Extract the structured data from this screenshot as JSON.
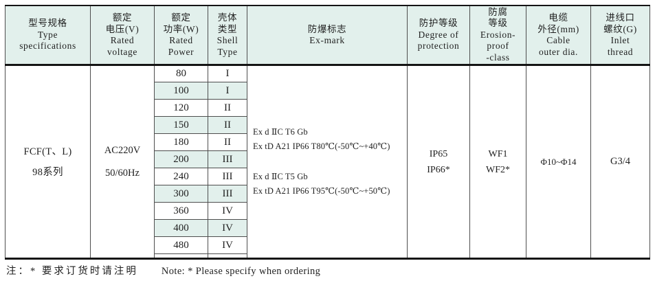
{
  "colors": {
    "header_bg": "#e2f0ec",
    "row_shade": "#e2f0ec",
    "border_dark": "#141414",
    "border_light": "#4d4d4d",
    "text": "#1f1f1f"
  },
  "table": {
    "headers": [
      {
        "lines": [
          "型号规格",
          "Type",
          "specifications"
        ]
      },
      {
        "lines": [
          "额定",
          "电压(V)",
          "Rated",
          "voltage"
        ]
      },
      {
        "lines": [
          "额定",
          "功率(W)",
          "Rated",
          "Power"
        ]
      },
      {
        "lines": [
          "壳体",
          "类型",
          "Shell",
          "Type"
        ]
      },
      {
        "lines": [
          "防爆标志",
          "Ex-mark"
        ]
      },
      {
        "lines": [
          "防护等级",
          "Degree of",
          "protection"
        ]
      },
      {
        "lines": [
          "防腐",
          "等级",
          "Erosion-",
          "proof",
          "-class"
        ]
      },
      {
        "lines": [
          "电缆",
          "外径(mm)",
          "Cable",
          "outer dia."
        ]
      },
      {
        "lines": [
          "进线口",
          "螺纹(G)",
          "Inlet",
          "thread"
        ]
      }
    ],
    "merged": {
      "model": [
        "FCF(T、L)",
        "98系列"
      ],
      "voltage": [
        "AC220V",
        "50/60Hz"
      ],
      "ex_mark_block1": [
        "Ex d ⅡC T6 Gb",
        "Ex tD A21 IP66 T80℃(-50℃~+40℃)"
      ],
      "ex_mark_block2": [
        "Ex d ⅡC T5 Gb",
        "Ex tD A21 IP66 T95℃(-50℃~+50℃)"
      ],
      "protection": [
        "IP65",
        "IP66*"
      ],
      "erosion": [
        "WF1",
        "WF2*"
      ],
      "cable": "Φ10~Φ14",
      "inlet": "G3/4"
    },
    "rows": [
      {
        "power": "80",
        "shell": "I",
        "shaded": false
      },
      {
        "power": "100",
        "shell": "I",
        "shaded": true
      },
      {
        "power": "120",
        "shell": "II",
        "shaded": false
      },
      {
        "power": "150",
        "shell": "II",
        "shaded": true
      },
      {
        "power": "180",
        "shell": "II",
        "shaded": false
      },
      {
        "power": "200",
        "shell": "III",
        "shaded": true
      },
      {
        "power": "240",
        "shell": "III",
        "shaded": false
      },
      {
        "power": "300",
        "shell": "III",
        "shaded": true
      },
      {
        "power": "360",
        "shell": "IV",
        "shaded": false
      },
      {
        "power": "400",
        "shell": "IV",
        "shaded": true
      },
      {
        "power": "480",
        "shell": "IV",
        "shaded": false
      }
    ]
  },
  "note": {
    "zh": "注：* 要求订货时请注明",
    "en": "Note: * Please specify when ordering"
  }
}
